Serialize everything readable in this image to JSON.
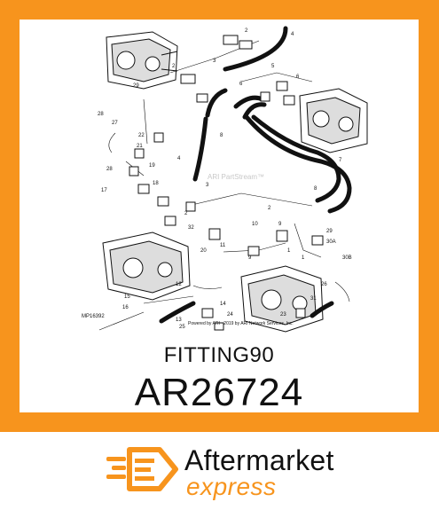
{
  "part": {
    "name": "FITTING90",
    "number": "AR26724"
  },
  "diagram": {
    "figure_id": "MP16392",
    "watermark": "ARI PartStream™",
    "copyright": "Powered by ARI · 2019 by ARI Network Services, Inc.",
    "callouts": [
      "1",
      "2",
      "3",
      "4",
      "5",
      "6",
      "7",
      "8",
      "9",
      "10",
      "11",
      "12",
      "13",
      "14",
      "15",
      "16",
      "17",
      "18",
      "19",
      "20",
      "21",
      "22",
      "23",
      "24",
      "25",
      "26",
      "27",
      "28",
      "29",
      "30A",
      "30B",
      "31",
      "32"
    ]
  },
  "brand": {
    "line1": "Aftermarket",
    "line2": "express",
    "icon": "hexagon-e-logo-icon"
  },
  "colors": {
    "border": "#f7941d",
    "accent": "#f7941d",
    "text": "#111111"
  }
}
